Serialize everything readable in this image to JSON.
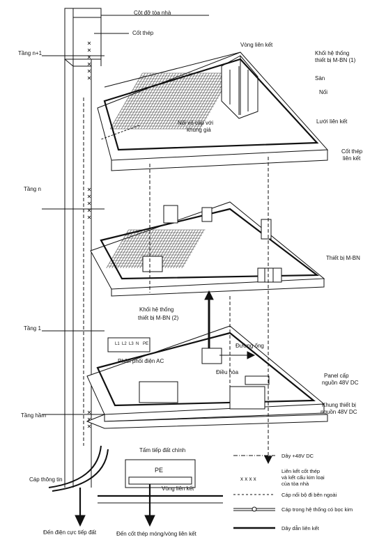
{
  "labels": {
    "building_column": "Cột đỡ tòa nhà",
    "steel_rebar_top": "Cốt thép",
    "floor_n1": "Tầng n+1",
    "ring_bond_top": "Vòng liên kết",
    "mbn_block_1_line1": "Khối hệ thống",
    "mbn_block_1_line2": "thiết bị M-BN (1)",
    "floor_slab": "Sàn",
    "node": "Nối",
    "bonding_mesh": "Lưới liên kết",
    "cable_tray_line1": "Nối vỏ cáp với",
    "cable_tray_line2": "khung giá",
    "rebar_bond_line1": "Cốt thép",
    "rebar_bond_line2": "liên kết",
    "floor_n": "Tầng n",
    "mbn_equipment": "Thiết bị M-BN",
    "mbn_block_2_line1": "Khối hệ thống",
    "mbn_block_2_line2": "thiết bị M-BN (2)",
    "floor_1": "Tầng 1",
    "pipe": "Đường ống",
    "ac_distribution": "Phân phối điện AC",
    "air_conditioner": "Điều hòa",
    "panel_48v_line1": "Panel cấp",
    "panel_48v_line2": "nguồn 48V DC",
    "rack_48v_line1": "Khung thiết bị",
    "rack_48v_line2": "nguồn 48V DC",
    "basement": "Tầng hầm",
    "main_earth_plate": "Tấm tiếp đất chính",
    "pe": "PE",
    "comm_cable": "Cáp thông tin",
    "ring_bond_bottom": "Vòng liên kết",
    "to_earth_electrode": "Đến điện cực tiếp đất",
    "to_foundation_rebar": "Đến cốt thép móng/vòng liên kết",
    "ac_terminals": [
      "L1",
      "L2",
      "L3",
      "N",
      "PE"
    ]
  },
  "legend": {
    "dc_48v": "Dây +48V DC",
    "rebar_link_line1": "Liên kết cốt thép",
    "rebar_link_line2": "và kết cấu kim loại",
    "rebar_link_line3": "của tòa nhà",
    "rebar_link_symbol": "x x x x",
    "external_cable": "Cáp nối bộ đi bên ngoài",
    "metal_sheath_cable": "Cáp trong hệ thống có bọc kim",
    "conductor": "Dây dẫn liên kết"
  },
  "colors": {
    "ink": "#111111",
    "mesh": "#333333",
    "bg": "#ffffff"
  }
}
